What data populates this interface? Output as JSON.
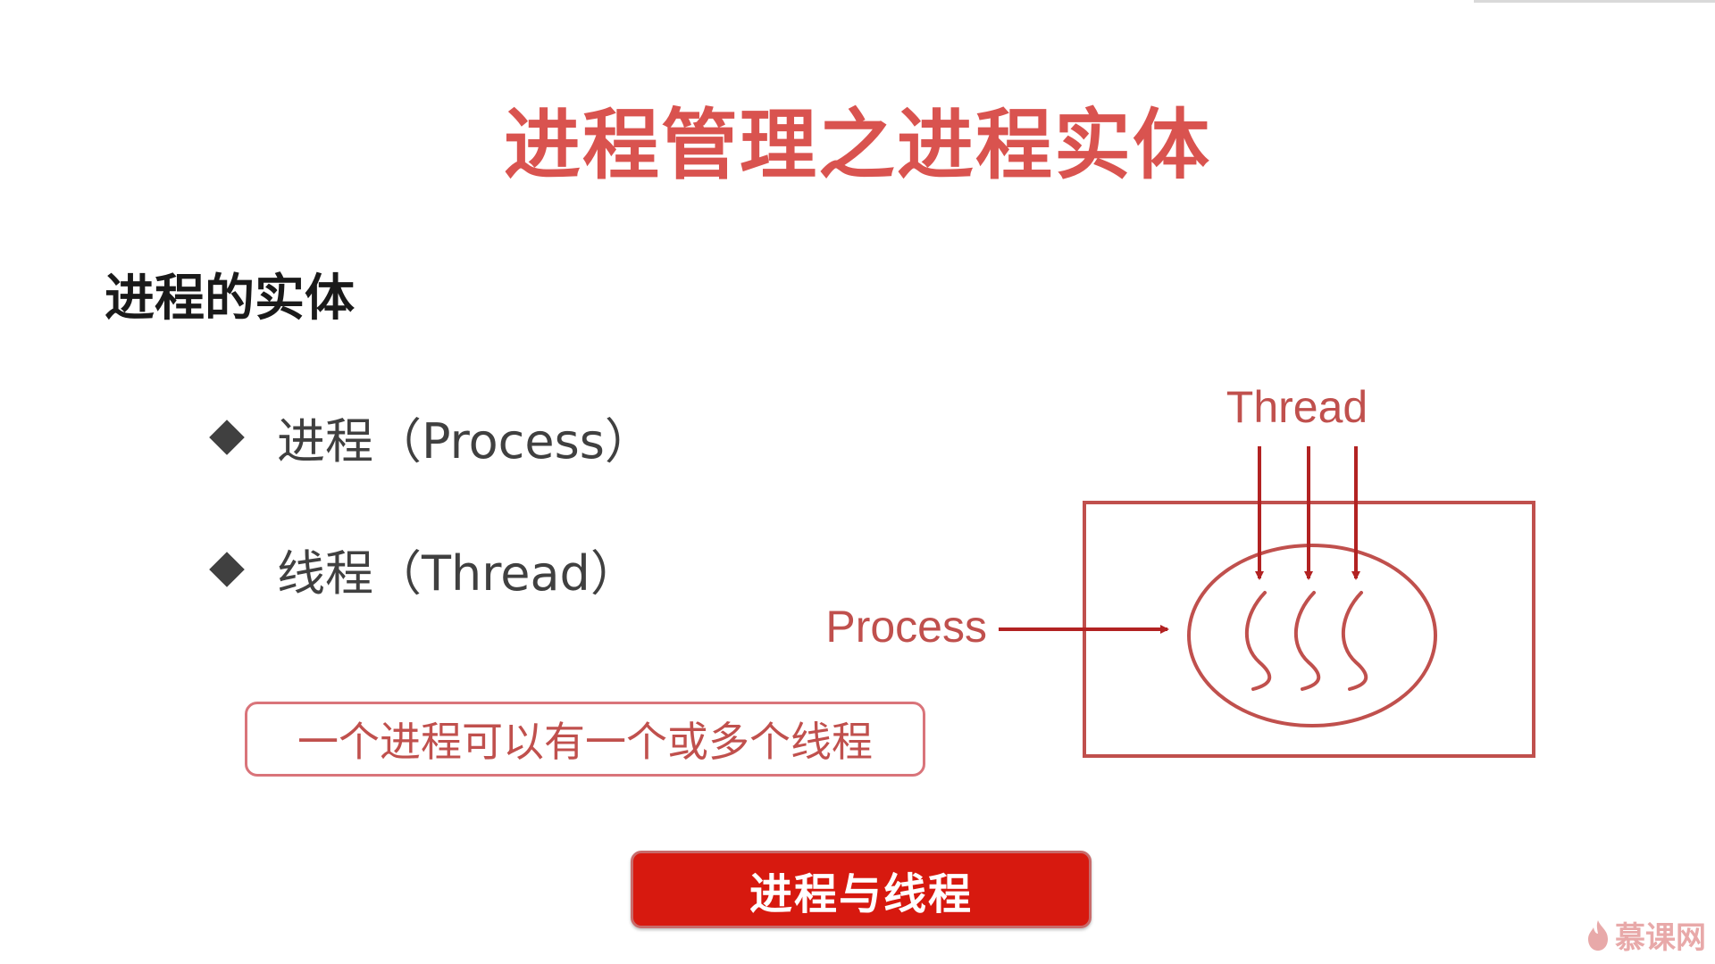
{
  "slide": {
    "title": "进程管理之进程实体",
    "subtitle": "进程的实体",
    "bullets": [
      {
        "label": "进程（Process）"
      },
      {
        "label": "线程（Thread）"
      }
    ],
    "note": "一个进程可以有一个或多个线程",
    "button_label": "进程与线程"
  },
  "diagram": {
    "thread_label": "Thread",
    "process_label": "Process"
  },
  "brand": {
    "name": "慕课网"
  },
  "colors": {
    "title": "#d9534f",
    "diagram": "#c0504d",
    "arrow": "#b22222",
    "button": "#d7190f"
  },
  "icons": {
    "bullet": "diamond-icon",
    "brand": "flame-icon"
  }
}
